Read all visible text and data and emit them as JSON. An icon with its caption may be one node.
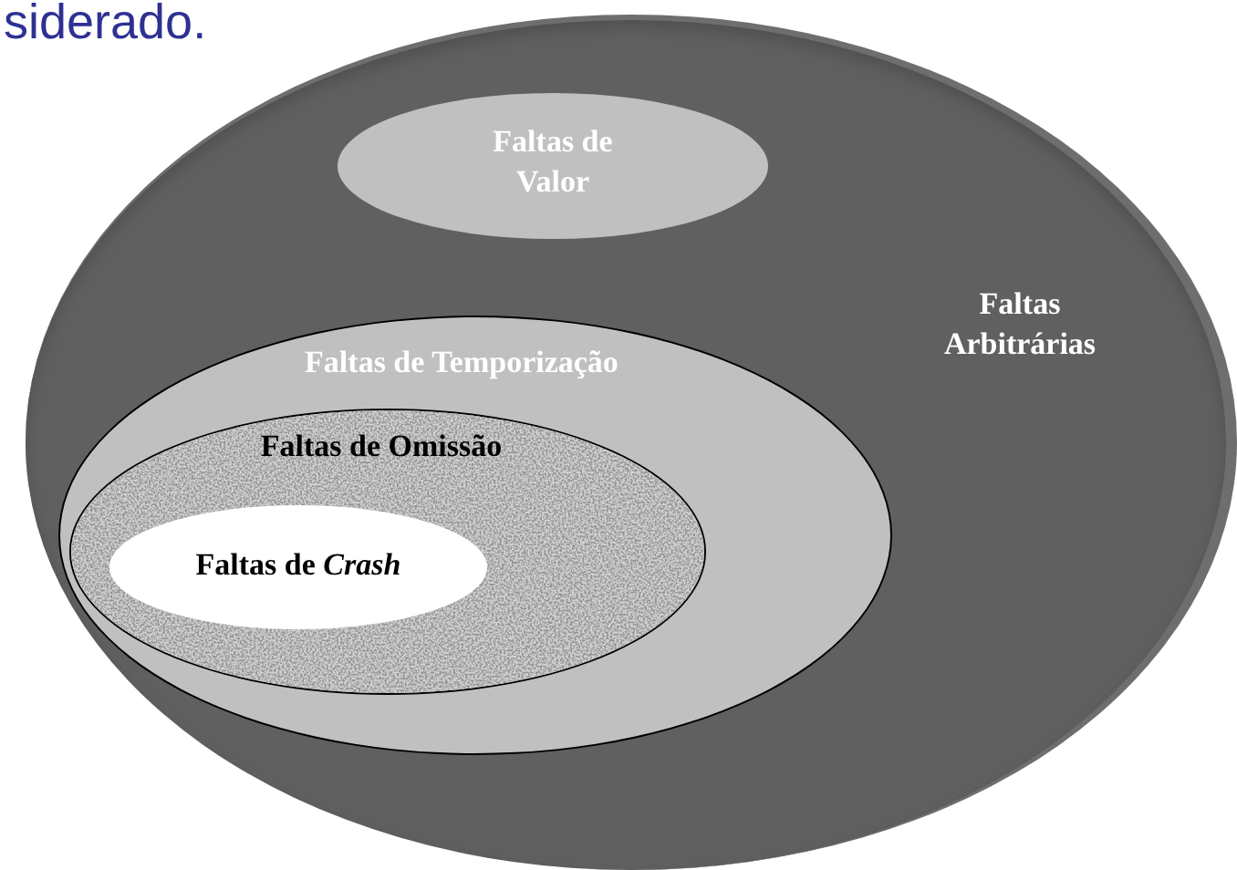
{
  "diagram": {
    "nodes": [
      {
        "text": [
          "Faltas Arbitrárias"
        ]
      },
      {
        "text": [
          "Faltas de Valor"
        ],
        "in": 0
      },
      {
        "text": [
          "Faltas de Temporização"
        ],
        "in": 0
      },
      {
        "text": [
          "Faltas de Omissão"
        ],
        "in": 2
      },
      {
        "text": [
          "Faltas de *Crash*"
        ],
        "in": 3
      }
    ],
    "labels": [
      "siderado."
    ]
  }
}
